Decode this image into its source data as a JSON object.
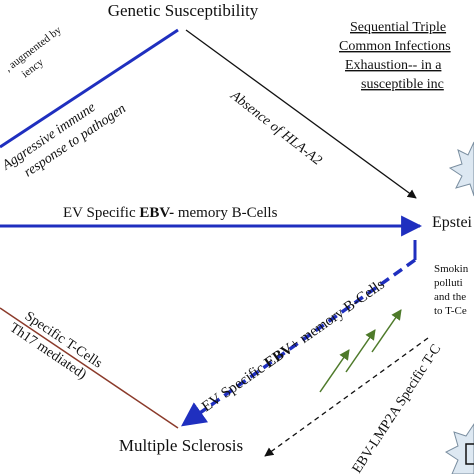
{
  "top_node": {
    "title": "Genetic Susceptibility"
  },
  "bottom_node": {
    "title": "Multiple Sclerosis"
  },
  "right_node": {
    "title": "Epstei"
  },
  "box_title": {
    "line1": "Sequential Triple",
    "line2": "Common Infections",
    "line3": "Exhaustion-- in a",
    "line4": "susceptible inc"
  },
  "left_top_note": {
    "line1": ", augmented by",
    "line2": "iency"
  },
  "edges": {
    "aggressive": {
      "line1": "Aggressive immune",
      "line2": "response to pathogen"
    },
    "hla": "Absence of HLA-A2",
    "ebv_minus": {
      "prefix": "EV Specific ",
      "bold": "EBV-",
      "suffix": " memory B-Cells"
    },
    "ebv_plus": {
      "prefix": "EV Specific ",
      "bold": "EBV",
      "suffix": "+ memory B-Cells"
    },
    "tcells": {
      "line1": "Specific T-Cells",
      "line2": "Th17 mediated)"
    },
    "lmp2a": "EBV-LMP2A Specific T-C"
  },
  "right_note": {
    "line1": "Smokin",
    "line2": "polluti",
    "line3": "and the",
    "line4": "to T-Ce"
  },
  "colors": {
    "blue": "#1f2fbf",
    "green": "#4e7a2a",
    "brown": "#8b3a2a",
    "black": "#111111",
    "burst_fill": "#dde8f2",
    "burst_stroke": "#7a8ea0"
  }
}
